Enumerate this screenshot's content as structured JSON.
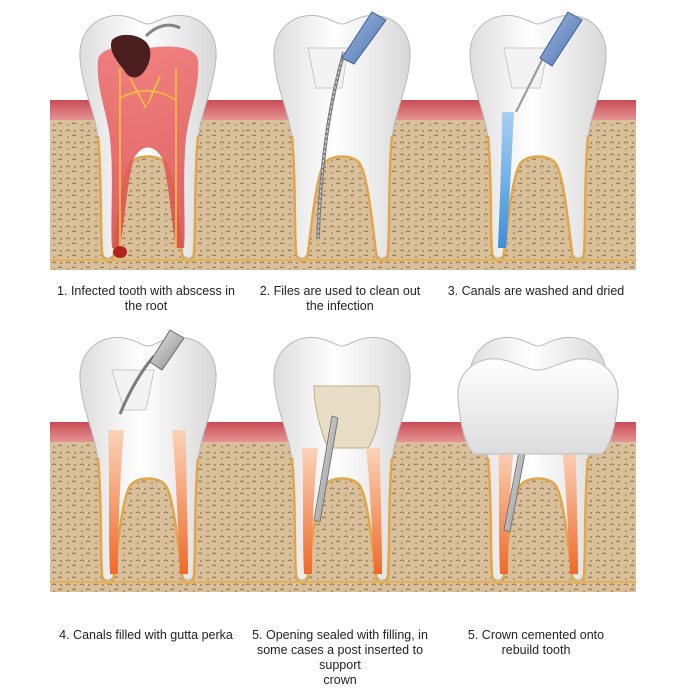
{
  "steps": [
    {
      "caption": "1. Infected tooth with abscess in\nthe root"
    },
    {
      "caption": "2. Files are used to clean out\nthe infection"
    },
    {
      "caption": "3. Canals are washed and dried"
    },
    {
      "caption": "4. Canals filled with gutta perka"
    },
    {
      "caption": "5. Opening sealed with filling, in\nsome cases a post inserted to support\ncrown"
    },
    {
      "caption": "5. Crown cemented onto\nrebuild tooth"
    }
  ],
  "colors": {
    "bone": "#d9c09a",
    "gum": "#e8a3a0",
    "enamel": "#f3f3f3",
    "infection": "#e05757",
    "pulp_fill": "#f07a3c",
    "rinse": "#5aa6e3",
    "instrument": "#6f93c9",
    "filling": "#e7dcc4",
    "crown": "#f7f7f7"
  }
}
